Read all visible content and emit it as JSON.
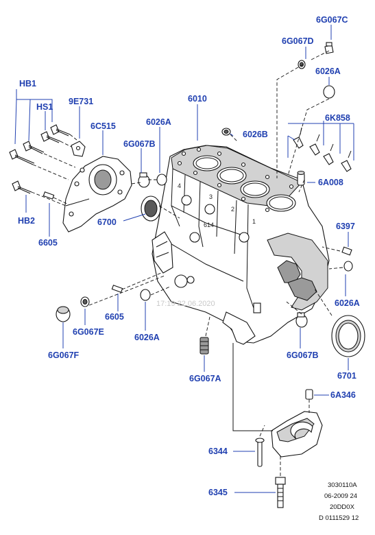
{
  "labels": {
    "l_6G067C": "6G067C",
    "l_6G067D": "6G067D",
    "l_6026A_top": "6026A",
    "l_HB1": "HB1",
    "l_HS1": "HS1",
    "l_9E731": "9E731",
    "l_6C515": "6C515",
    "l_6010": "6010",
    "l_6026A_left": "6026A",
    "l_6026B": "6026B",
    "l_6K858": "6K858",
    "l_6G067B_left": "6G067B",
    "l_6A008": "6A008",
    "l_HB2": "HB2",
    "l_6700": "6700",
    "l_6397": "6397",
    "l_6605_left": "6605",
    "l_6026A_right": "6026A",
    "l_6605_mid": "6605",
    "l_6026A_bottom": "6026A",
    "l_6G067E": "6G067E",
    "l_6G067F": "6G067F",
    "l_6G067B_right": "6G067B",
    "l_6701": "6701",
    "l_6G067A": "6G067A",
    "l_6A346": "6A346",
    "l_6344": "6344",
    "l_6345": "6345"
  },
  "cylinder_numbers": [
    "4",
    "3",
    "2",
    "1"
  ],
  "casting_mark": "614",
  "reference": {
    "line1": "3030110A",
    "line2": "06-2009 24",
    "line3": "20DD0X",
    "line4": "D 0111529 12"
  },
  "watermark": {
    "line1": "17:19 22.06.2020"
  },
  "colors": {
    "label_blue": "#1f3fb0",
    "line_black": "#111111",
    "part_gray": "#9a9a9a"
  }
}
